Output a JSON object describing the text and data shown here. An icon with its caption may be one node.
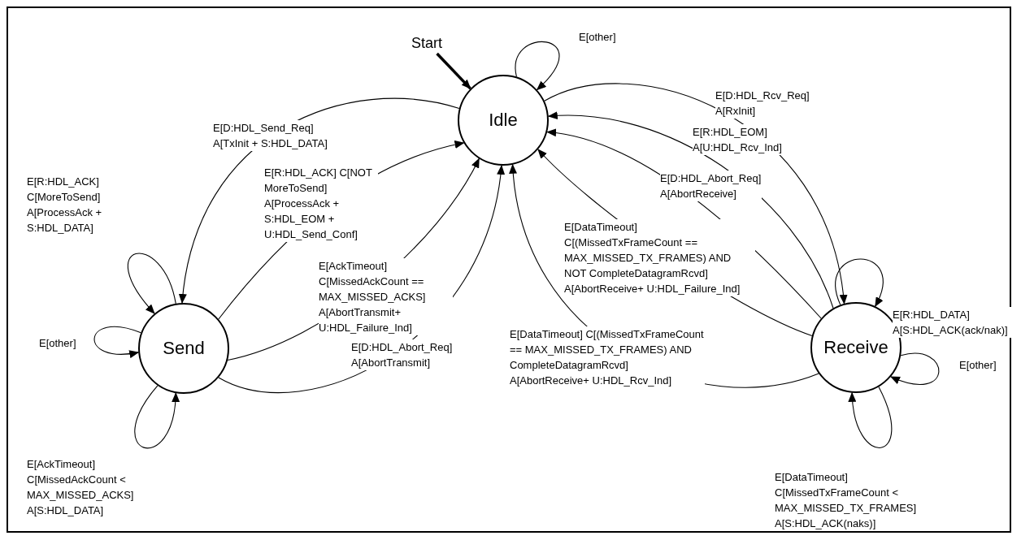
{
  "diagram": {
    "nodes": [
      {
        "text": [
          "Start"
        ]
      },
      {
        "text": [
          "Idle"
        ]
      },
      {
        "text": [
          "Send"
        ]
      },
      {
        "text": [
          "Receive"
        ]
      }
    ],
    "edges": [
      {
        "from": 0,
        "to": 1,
        "arrow": "to",
        "style": "thick"
      },
      {
        "from": 1,
        "to": 1,
        "arrow": "to",
        "label": "E[other]"
      },
      {
        "from": 1,
        "to": 2,
        "arrow": "to",
        "label": "E[D:HDL_Send_Req] A[TxInit + S:HDL_DATA]"
      },
      {
        "from": 2,
        "to": 1,
        "arrow": "to",
        "label": "E[R:HDL_ACK] C[NOT MoreToSend] A[ProcessAck + S:HDL_EOM + U:HDL_Send_Conf]"
      },
      {
        "from": 2,
        "to": 1,
        "arrow": "to",
        "label": "E[AckTimeout] C[MissedAckCount == MAX_MISSED_ACKS] A[AbortTransmit+ U:HDL_Failure_Ind]"
      },
      {
        "from": 2,
        "to": 1,
        "arrow": "to",
        "label": "E[D:HDL_Abort_Req] A[AbortTransmit]"
      },
      {
        "from": 2,
        "to": 2,
        "arrow": "to",
        "label": "E[R:HDL_ACK] C[MoreToSend] A[ProcessAck + S:HDL_DATA]"
      },
      {
        "from": 2,
        "to": 2,
        "arrow": "to",
        "label": "E[other]"
      },
      {
        "from": 2,
        "to": 2,
        "arrow": "to",
        "label": "E[AckTimeout] C[MissedAckCount < MAX_MISSED_ACKS] A[S:HDL_DATA]"
      },
      {
        "from": 1,
        "to": 3,
        "arrow": "to",
        "label": "E[D:HDL_Rcv_Req] A[RxInit]"
      },
      {
        "from": 3,
        "to": 1,
        "arrow": "to",
        "label": "E[R:HDL_EOM] A[U:HDL_Rcv_Ind]"
      },
      {
        "from": 3,
        "to": 1,
        "arrow": "to",
        "label": "E[D:HDL_Abort_Req] A[AbortReceive]"
      },
      {
        "from": 3,
        "to": 1,
        "arrow": "to",
        "label": "E[DataTimeout] C[(MissedTxFrameCount == MAX_MISSED_TX_FRAMES) AND NOT CompleteDatagramRcvd] A[AbortReceive+ U:HDL_Failure_Ind]"
      },
      {
        "from": 3,
        "to": 1,
        "arrow": "to",
        "label": "E[DataTimeout] C[(MissedTxFrameCount == MAX_MISSED_TX_FRAMES) AND CompleteDatagramRcvd] A[AbortReceive+ U:HDL_Rcv_Ind]"
      },
      {
        "from": 3,
        "to": 3,
        "arrow": "to",
        "label": "E[R:HDL_DATA] A[S:HDL_ACK(ack/nak)]"
      },
      {
        "from": 3,
        "to": 3,
        "arrow": "to",
        "label": "E[other]"
      },
      {
        "from": 3,
        "to": 3,
        "arrow": "to",
        "label": "E[DataTimeout] C[MissedTxFrameCount < MAX_MISSED_TX_FRAMES] A[S:HDL_ACK(naks)]"
      }
    ]
  }
}
